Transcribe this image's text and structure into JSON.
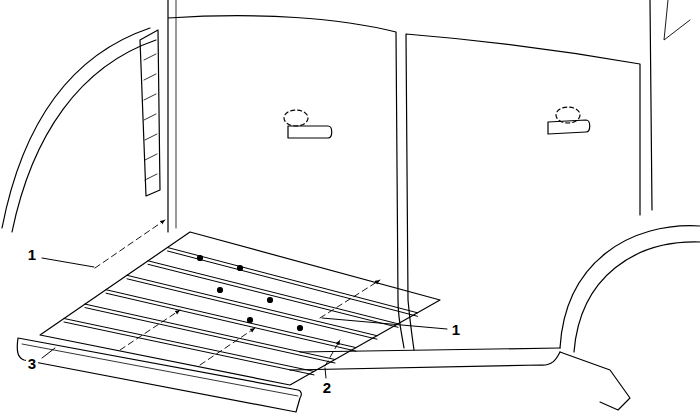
{
  "diagram": {
    "labels": [
      "1",
      "1",
      "3",
      "2"
    ]
  }
}
